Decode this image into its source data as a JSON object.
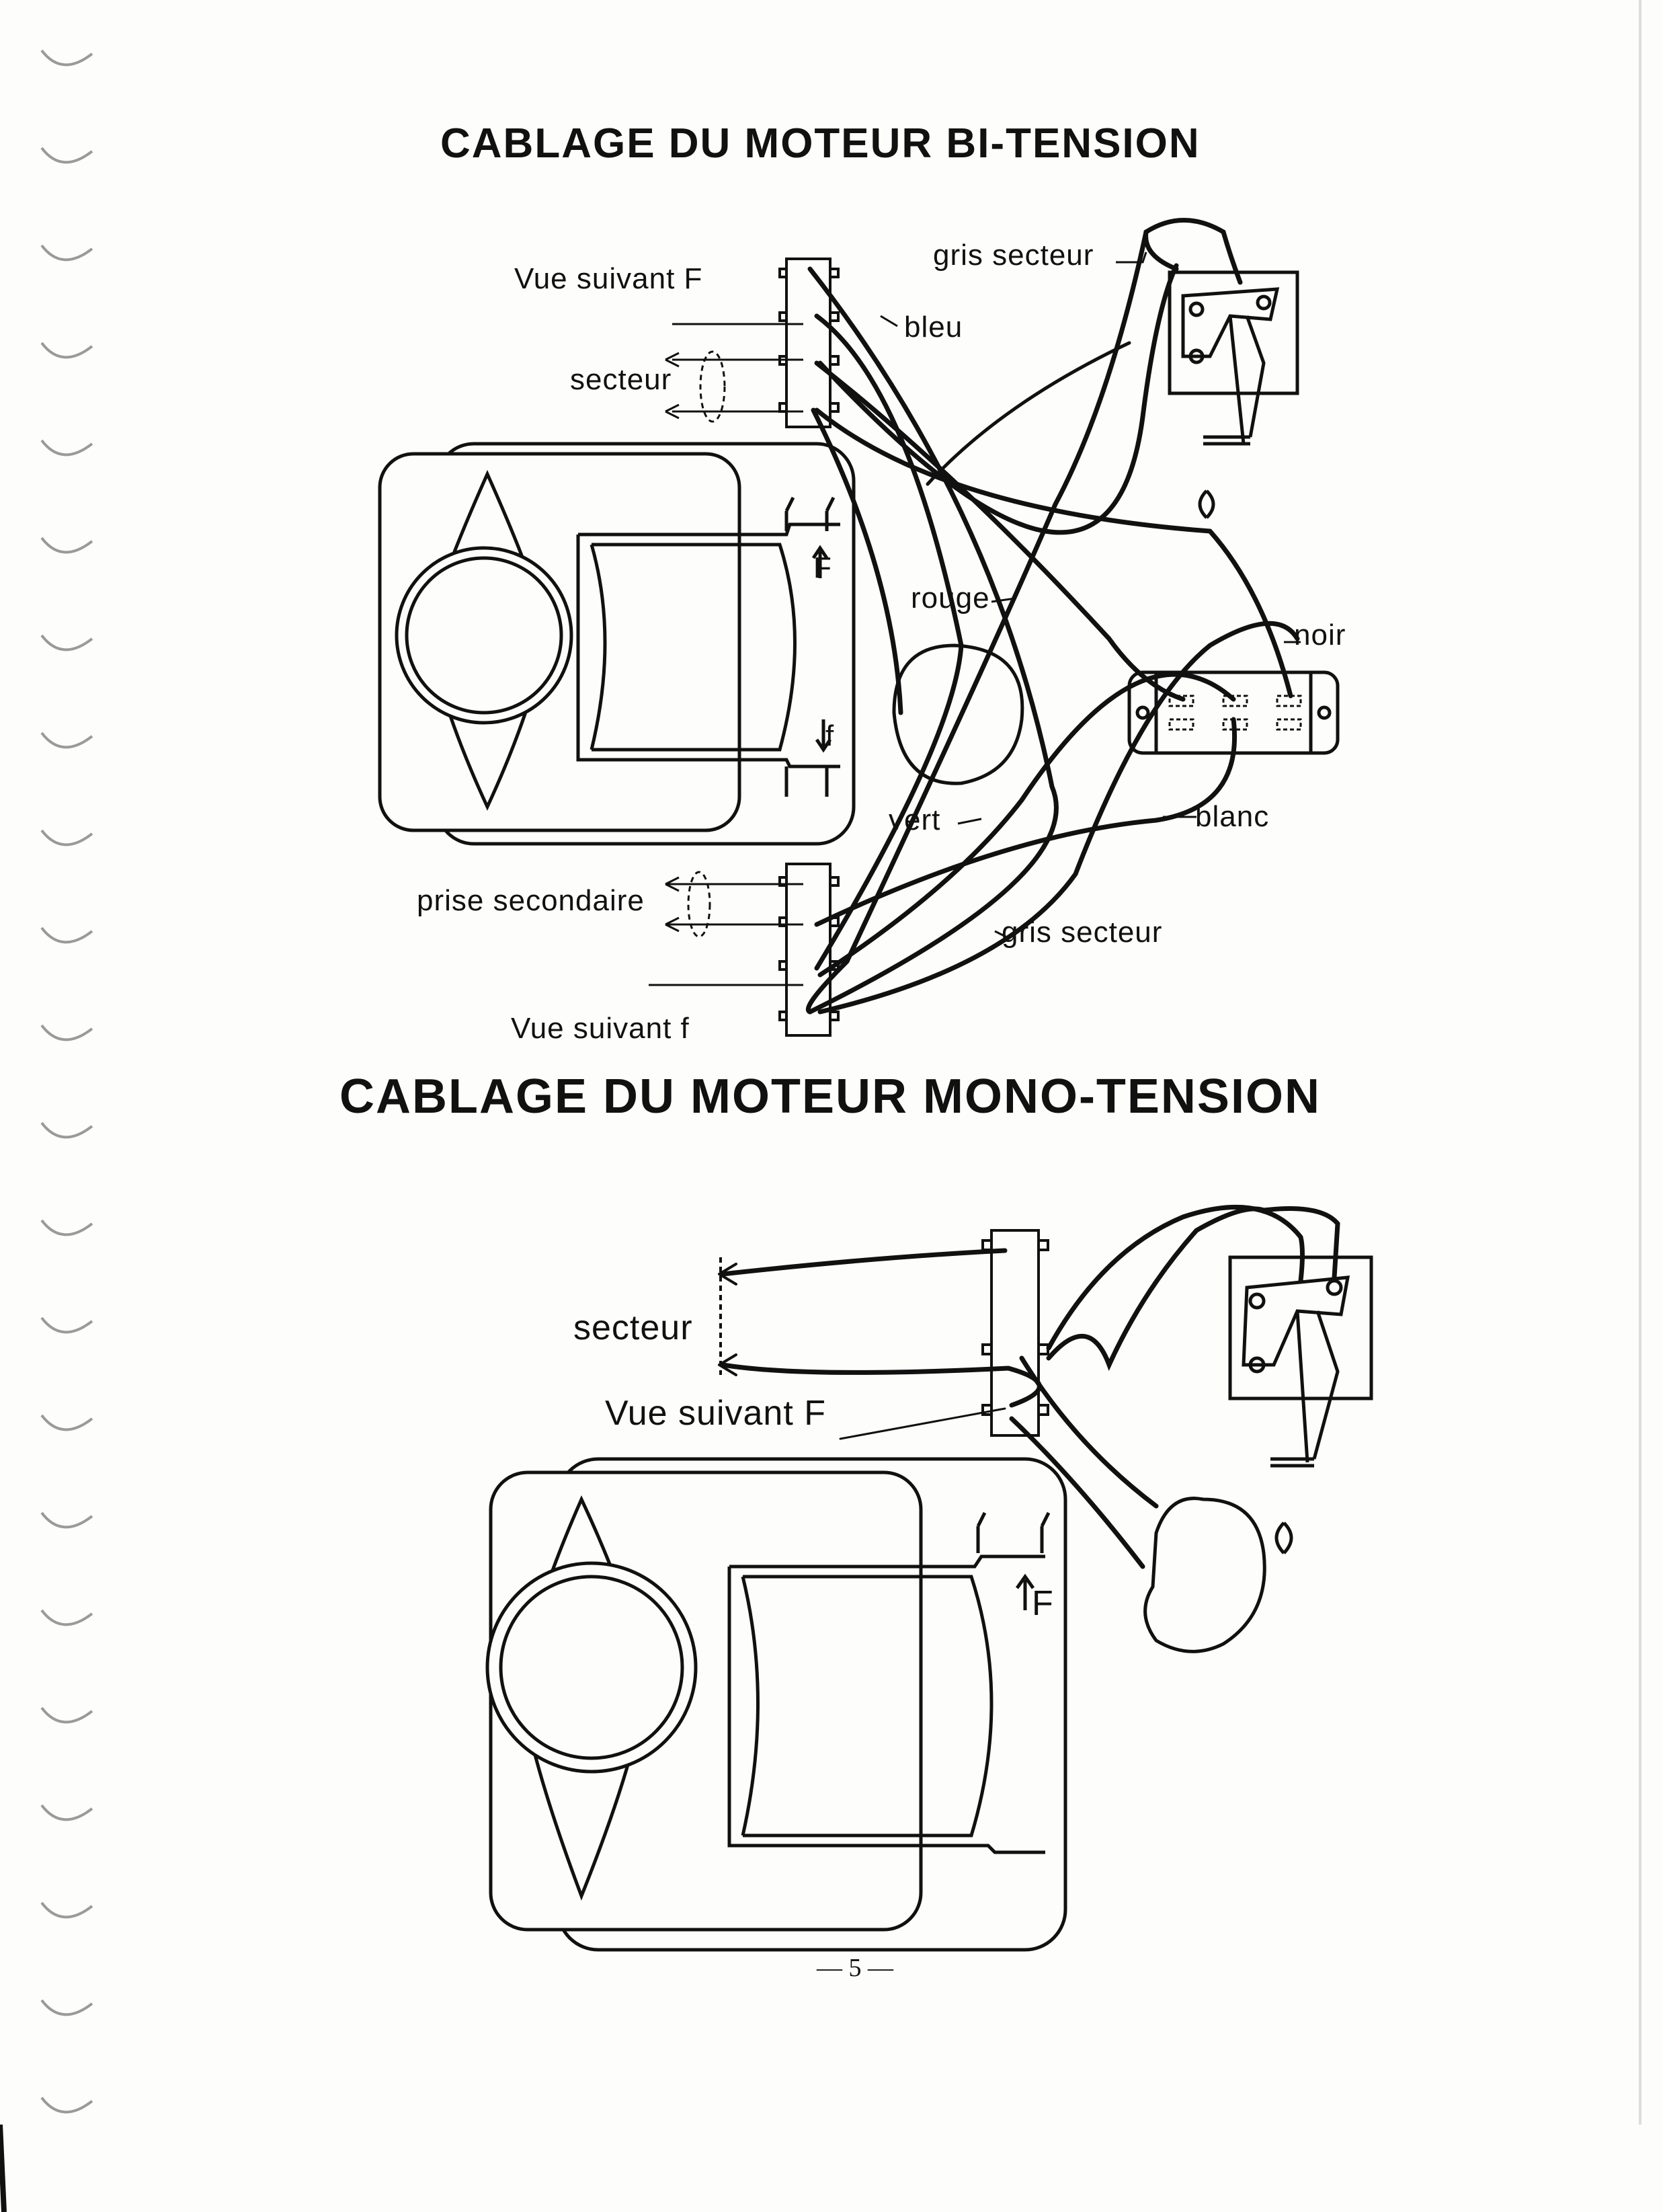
{
  "page": {
    "title_bi": "CABLAGE DU MOTEUR BI-TENSION",
    "title_mono": "CABLAGE DU MOTEUR MONO-TENSION",
    "page_number": "— 5 —"
  },
  "diagram_bi": {
    "labels": {
      "view_F": "Vue suivant F",
      "view_f": "Vue suivant f",
      "mains": "secteur",
      "secondary": "prise secondaire",
      "arrow_F": "F",
      "arrow_f": "f"
    },
    "wires": {
      "grey_top": "gris secteur",
      "blue": "bleu",
      "red": "rouge",
      "black": "noir",
      "green": "vert",
      "white": "blanc",
      "grey_bottom": "gris secteur"
    }
  },
  "diagram_mono": {
    "labels": {
      "mains": "secteur",
      "view_F": "Vue suivant F",
      "arrow_F": "F"
    }
  }
}
